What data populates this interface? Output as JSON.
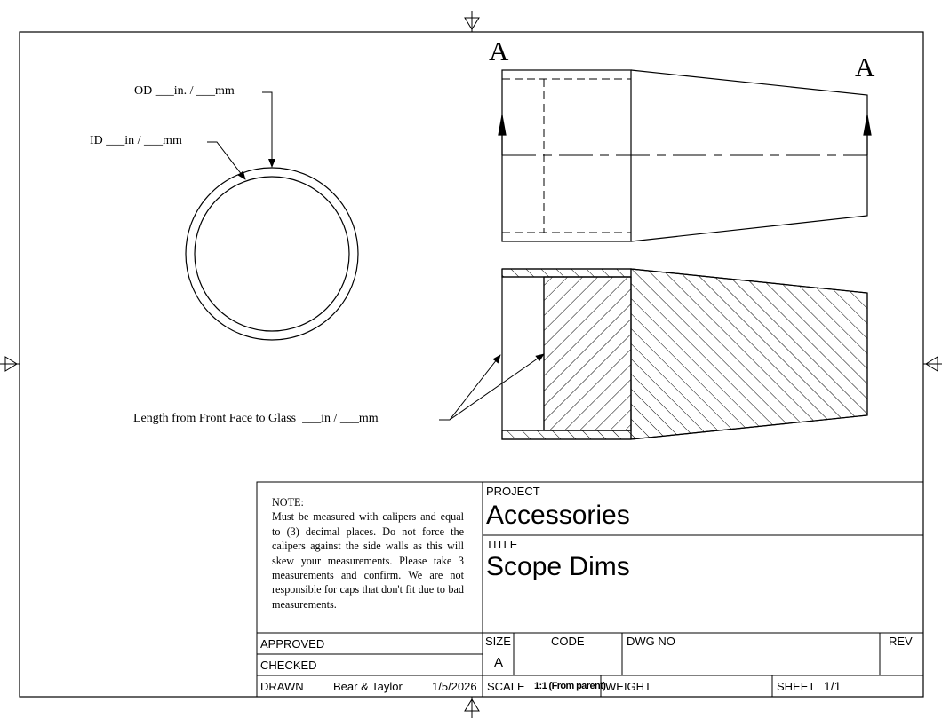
{
  "section_labels": {
    "left": "A",
    "right": "A"
  },
  "annotations": {
    "od": "OD ___in. / ___mm",
    "id": "ID ___in / ___mm",
    "length": "Length from Front Face to Glass  ___in / ___mm"
  },
  "note": {
    "heading": "NOTE:",
    "body": "Must be measured with calipers and equal to (3) decimal places. Do not force the calipers against the side walls as this will skew your measurements.   Please take 3 measurements and confirm.  We are not responsible for caps that don't fit due to bad measurements."
  },
  "title_block": {
    "project_label": "PROJECT",
    "project": "Accessories",
    "title_label": "TITLE",
    "title": "Scope Dims",
    "approved_label": "APPROVED",
    "checked_label": "CHECKED",
    "drawn_label": "DRAWN",
    "drawn_by": "Bear & Taylor",
    "drawn_date": "1/5/2026",
    "size_label": "SIZE",
    "size": "A",
    "code_label": "CODE",
    "dwg_no_label": "DWG NO",
    "rev_label": "REV",
    "scale_label": "SCALE",
    "scale": "1:1 (From parent)",
    "weight_label": "WEIGHT",
    "sheet_label": "SHEET",
    "sheet": "1/1"
  }
}
